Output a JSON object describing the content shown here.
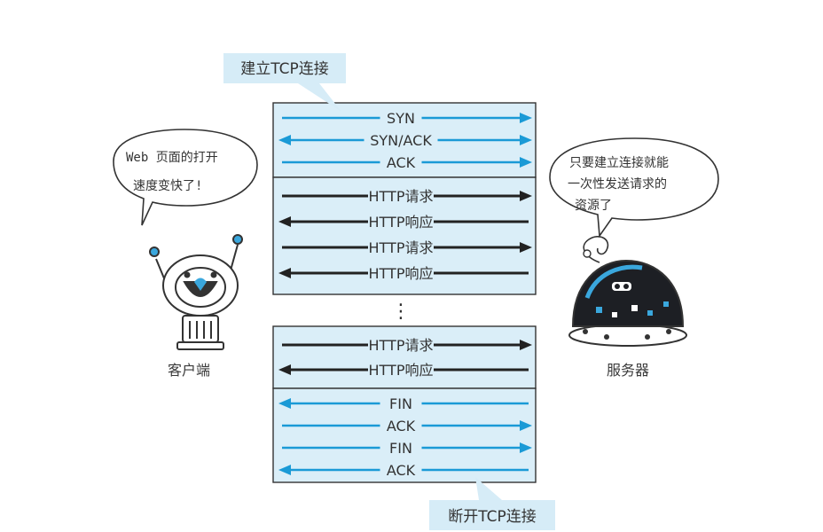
{
  "callouts": {
    "establish": "建立TCP连接",
    "close": "断开TCP连接"
  },
  "client": {
    "label": "客户端",
    "speech": [
      "Web 页面的打开",
      "速度变快了!"
    ]
  },
  "server": {
    "label": "服务器",
    "speech": [
      "只要建立连接就能",
      "一次性发送请求的",
      "资源了"
    ]
  },
  "blocks": [
    {
      "id": "handshake",
      "messages": [
        {
          "text": "SYN",
          "dir": "right",
          "kind": "control"
        },
        {
          "text": "SYN/ACK",
          "dir": "both",
          "kind": "control"
        },
        {
          "text": "ACK",
          "dir": "right",
          "kind": "control"
        }
      ]
    },
    {
      "id": "http-1",
      "messages": [
        {
          "text": "HTTP请求",
          "dir": "right",
          "kind": "http"
        },
        {
          "text": "HTTP响应",
          "dir": "left",
          "kind": "http"
        },
        {
          "text": "HTTP请求",
          "dir": "right",
          "kind": "http"
        },
        {
          "text": "HTTP响应",
          "dir": "left",
          "kind": "http"
        }
      ]
    },
    {
      "id": "http-2",
      "messages": [
        {
          "text": "HTTP请求",
          "dir": "right",
          "kind": "http"
        },
        {
          "text": "HTTP响应",
          "dir": "left",
          "kind": "http"
        }
      ]
    },
    {
      "id": "teardown",
      "messages": [
        {
          "text": "FIN",
          "dir": "left",
          "kind": "control"
        },
        {
          "text": "ACK",
          "dir": "right",
          "kind": "control"
        },
        {
          "text": "FIN",
          "dir": "right",
          "kind": "control"
        },
        {
          "text": "ACK",
          "dir": "left",
          "kind": "control"
        }
      ]
    }
  ],
  "ellipsis": "⋮",
  "colors": {
    "panel_fill": "#daeef8",
    "panel_border": "#333333",
    "control_arrow": "#1a9ad6",
    "http_arrow": "#222222",
    "callout_fill": "#d6ecf7",
    "robot_accent": "#3aa7dd"
  }
}
